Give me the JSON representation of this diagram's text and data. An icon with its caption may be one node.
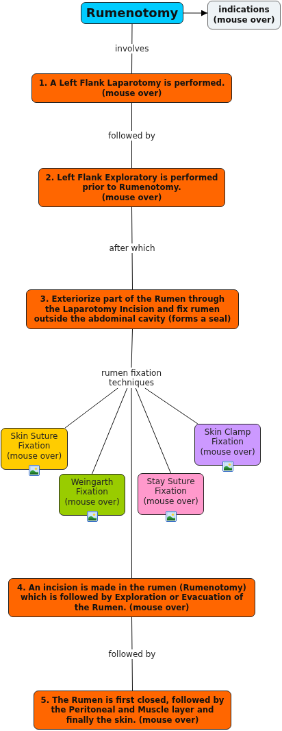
{
  "diagram": {
    "nodes": [
      {
        "text": [
          "Rumenotomy"
        ]
      },
      {
        "text": [
          "indications",
          "(mouse over)"
        ]
      },
      {
        "text": [
          "1. A Left Flank Laparotomy is performed.",
          "(mouse over)"
        ]
      },
      {
        "text": [
          "2. Left Flank Exploratory is performed prior to Rumenotomy.",
          "(mouse over)"
        ]
      },
      {
        "text": [
          "3. Exteriorize part of the Rumen through the Laparotomy Incision and fix rumen outside the abdominal cavity (forms a seal)"
        ]
      },
      {
        "text": [
          "rumen fixation techniques"
        ]
      },
      {
        "text": [
          "Skin Suture Fixation",
          "(mouse over)"
        ]
      },
      {
        "text": [
          "Weingarth Fixation",
          "(mouse over)"
        ]
      },
      {
        "text": [
          "Stay Suture Fixation",
          "(mouse over)"
        ]
      },
      {
        "text": [
          "Skin Clamp Fixation",
          "(mouse over)"
        ]
      },
      {
        "text": [
          "4. An incision is made in the rumen (Rumenotomy) which is followed by Exploration or Evacuation of the Rumen. (mouse over)"
        ]
      },
      {
        "text": [
          "5. The Rumen is first closed, followed by the Peritoneal and Muscle layer and finally the skin. (mouse over)"
        ]
      }
    ],
    "edges": [
      {
        "from": 0,
        "to": 1,
        "arrow": "to"
      },
      {
        "from": 0,
        "to": 2,
        "arrow": "none",
        "label": "involves"
      },
      {
        "from": 2,
        "to": 3,
        "arrow": "none",
        "label": "followed by"
      },
      {
        "from": 3,
        "to": 4,
        "arrow": "none",
        "label": "after which"
      },
      {
        "from": 4,
        "to": 5,
        "arrow": "none"
      },
      {
        "from": 5,
        "to": 6,
        "arrow": "none"
      },
      {
        "from": 5,
        "to": 7,
        "arrow": "none"
      },
      {
        "from": 5,
        "to": 8,
        "arrow": "none"
      },
      {
        "from": 5,
        "to": 9,
        "arrow": "none"
      },
      {
        "from": 5,
        "to": 10,
        "arrow": "none"
      },
      {
        "from": 10,
        "to": 11,
        "arrow": "none",
        "label": "followed by"
      }
    ]
  }
}
